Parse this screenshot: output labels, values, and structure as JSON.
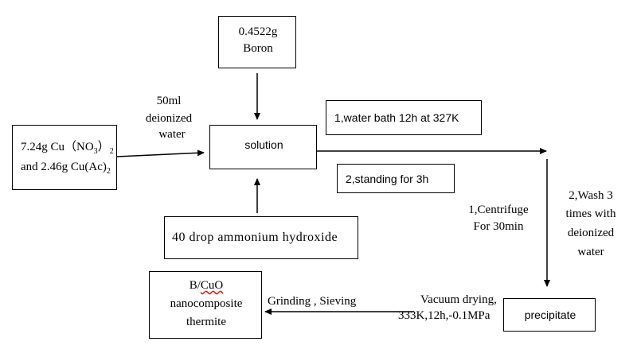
{
  "boxes": {
    "boron": {
      "line1": "0.4522g",
      "line2": "Boron"
    },
    "copper_salts": {
      "part1": "7.24g Cu（NO",
      "sub1": "3",
      "part2": "）",
      "sub2": "2",
      "line2_part1": "and 2.46g Cu(Ac)",
      "line2_sub": "2"
    },
    "solution": {
      "label": "solution"
    },
    "water_bath": {
      "label": "1,water bath 12h at 327K"
    },
    "standing": {
      "label": "2,standing for 3h"
    },
    "ammonium": {
      "label": "40 drop ammonium hydroxide"
    },
    "precipitate": {
      "label": "precipitate"
    },
    "product": {
      "line1_main": "B/",
      "line1_wavy": "CuO",
      "line2": "nanocomposite",
      "line3": "thermite"
    }
  },
  "labels": {
    "water": {
      "line1": "50ml",
      "line2": "deionized",
      "line3": "water"
    },
    "centrifuge": {
      "line1": "1,Centrifuge",
      "line2": "For 30min"
    },
    "wash": {
      "line1": "2,Wash 3",
      "line2": "times with",
      "line3": "deionized",
      "line4": "water"
    },
    "vacuum": {
      "line1": "Vacuum drying,",
      "line2": "333K,12h,-0.1MPa"
    },
    "grinding": {
      "label": "Grinding , Sieving"
    }
  }
}
